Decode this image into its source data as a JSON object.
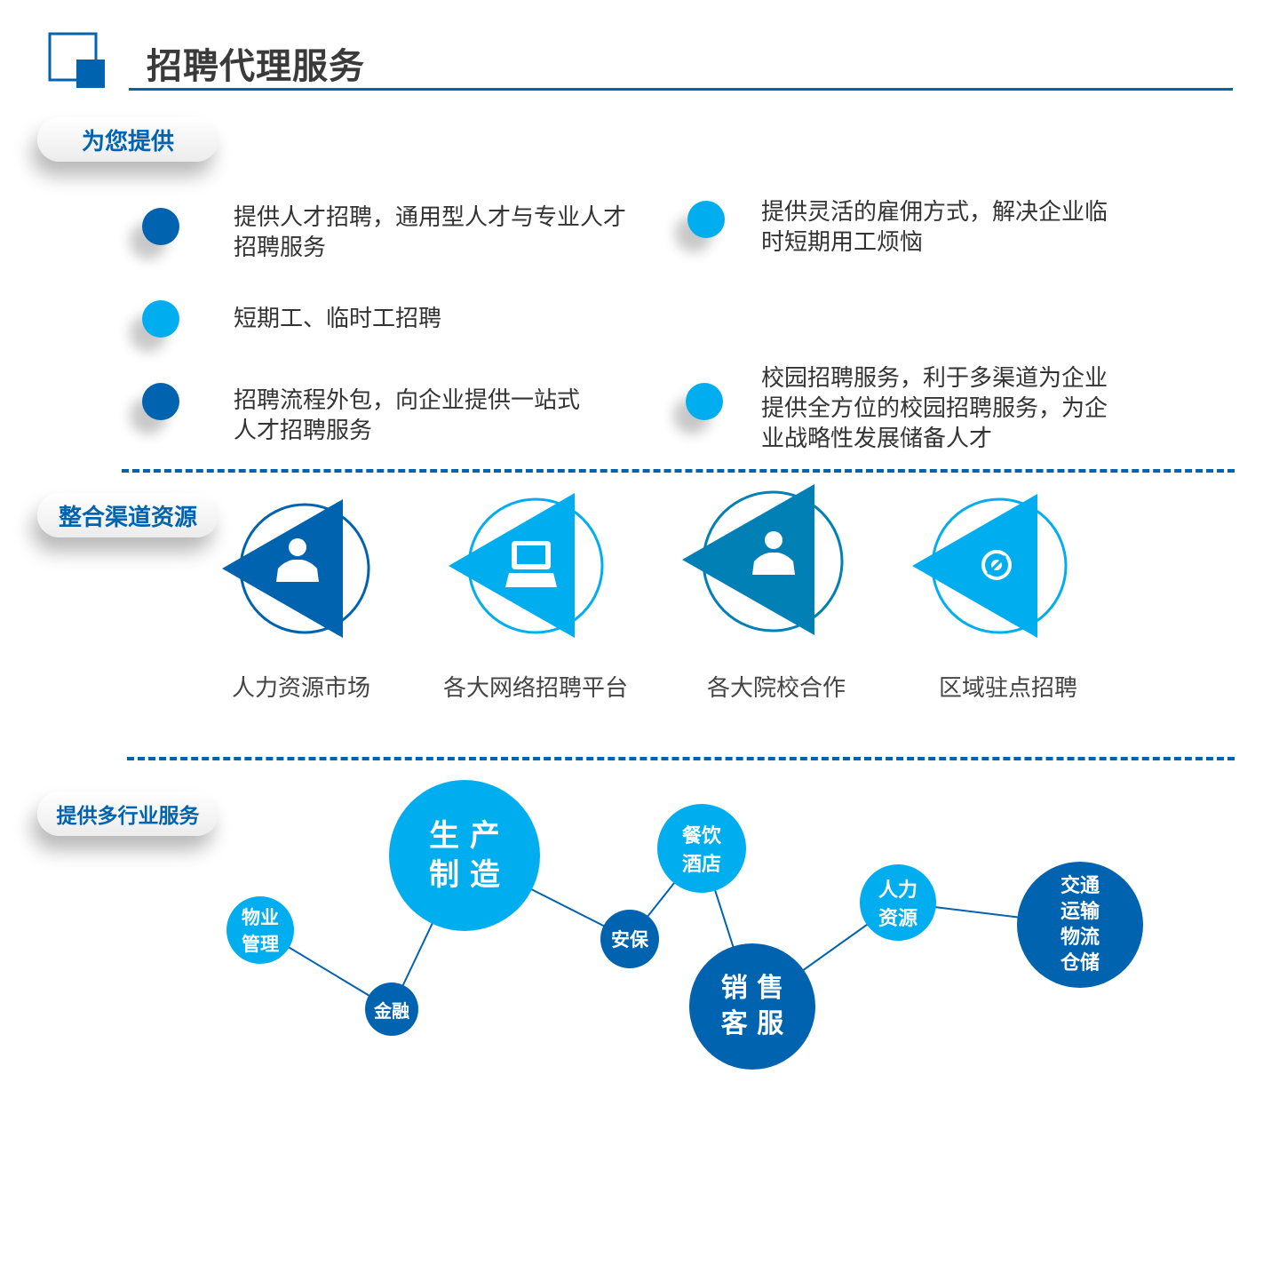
{
  "title": "招聘代理服务",
  "colors": {
    "dark": "#0063b0",
    "light": "#00aeef",
    "teal": "#0080b4"
  },
  "sections": {
    "offer": {
      "label": "为您提供",
      "items": [
        "提供人才招聘，通用型人才与专业人才\n招聘服务",
        "提供灵活的雇佣方式，解决企业临\n时短期用工烦恼",
        "短期工、临时工招聘",
        "招聘流程外包，向企业提供一站式\n人才招聘服务",
        "校园招聘服务，利于多渠道为企业\n提供全方位的校园招聘服务，为企\n业战略性发展储备人才"
      ]
    },
    "channels": {
      "label": "整合渠道资源",
      "items": [
        {
          "label": "人力资源市场",
          "icon": "person-icon"
        },
        {
          "label": "各大网络招聘平台",
          "icon": "computer-icon"
        },
        {
          "label": "各大院校合作",
          "icon": "person-icon"
        },
        {
          "label": "区域驻点招聘",
          "icon": "target-icon"
        }
      ]
    },
    "industries": {
      "label": "提供多行业服务",
      "items": [
        "物业\n管理",
        "金融",
        "生 产\n制 造",
        "安保",
        "餐饮\n酒店",
        "销 售\n客 服",
        "人力\n资源",
        "交通\n运输\n物流\n仓储"
      ]
    }
  }
}
